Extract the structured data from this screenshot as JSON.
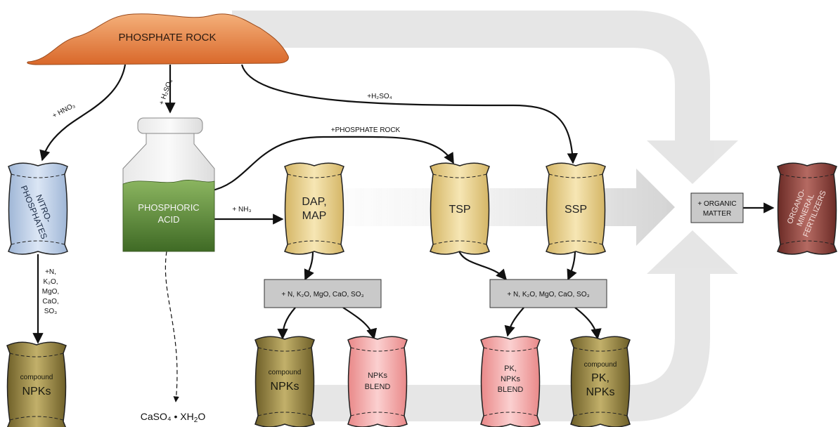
{
  "source": {
    "label": "PHOSPHATE ROCK"
  },
  "reagents": {
    "hno3": "+ HNO₃",
    "h2so4_acid": "+ H₂SO₄",
    "h2so4_ssp": "+H₂SO₄",
    "phosphate_rock": "+PHOSPHATE ROCK",
    "nh3": "+ NH₃",
    "nutrients_line1": "+N,",
    "nutrients_line2": "K₂O,",
    "nutrients_line3": "MgO,",
    "nutrients_line4": "CaO,",
    "nutrients_line5": "SO₃"
  },
  "acid": {
    "line1": "PHOSPHORIC",
    "line2": "ACID"
  },
  "byproduct": {
    "prefix": "CaSO₄ • XH",
    "sub": "2",
    "suffix": "O"
  },
  "bags": {
    "nitrophosphates": {
      "line1": "NITRO-",
      "line2": "PHOSPHATES"
    },
    "compound_npks_left": {
      "small": "compound",
      "big": "NPKs"
    },
    "dap_map": {
      "line1": "DAP,",
      "line2": "MAP"
    },
    "tsp": {
      "line1": "TSP"
    },
    "ssp": {
      "line1": "SSP"
    },
    "compound_npks_mid": {
      "small": "compound",
      "big": "NPKs"
    },
    "npks_blend": {
      "line1": "NPKs",
      "line2": "BLEND"
    },
    "pk_npks_blend": {
      "line1": "PK,",
      "line2": "NPKs",
      "line3": "BLEND"
    },
    "compound_pk_npks": {
      "small": "compound",
      "big1": "PK,",
      "big2": "NPKs"
    },
    "organo_mineral": {
      "line1": "ORGANO-",
      "line2": "MINERAL",
      "line3": "FERTILIZERS"
    }
  },
  "boxes": {
    "additives_left": "+ N, K₂O, MgO, CaO, SO₃",
    "additives_right": "+ N, K₂O, MgO, CaO, SO₃",
    "organic_matter": {
      "line1": "+ ORGANIC",
      "line2": "MATTER"
    }
  },
  "colors": {
    "rock": "#e98a4a",
    "nitrophosphates": "#bcd0ea",
    "olive_bag": "#8a7a3a",
    "yellow_bag": "#e8cf86",
    "pink_bag": "#f3a3a3",
    "organo_bag": "#8b3a34",
    "acid_liquid": "#5f8a3a",
    "box_gray": "#c9c9c9"
  }
}
